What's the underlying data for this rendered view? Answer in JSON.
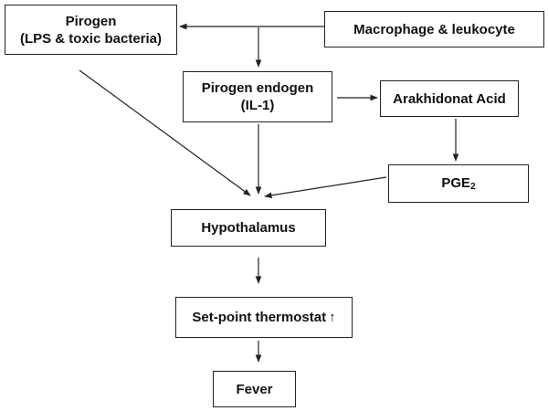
{
  "nodes": {
    "pirogen": {
      "line1": "Pirogen",
      "line2": "(LPS & toxic bacteria)"
    },
    "macrophage": {
      "label": "Macrophage & leukocyte"
    },
    "pirogen_endogen": {
      "line1": "Pirogen endogen",
      "line2": "(IL-1)"
    },
    "arakhidonat": {
      "label": "Arakhidonat Acid"
    },
    "pge": {
      "label": "PGE",
      "subscript": "2"
    },
    "hypothalamus": {
      "label": "Hypothalamus"
    },
    "setpoint": {
      "label": "Set-point thermostat",
      "arrow": "↑"
    },
    "fever": {
      "label": "Fever"
    }
  },
  "edges": [
    {
      "from": "macrophage",
      "to": "pirogen"
    },
    {
      "from": "macrophage",
      "to": "pirogen_endogen"
    },
    {
      "from": "pirogen",
      "to": "hypothalamus"
    },
    {
      "from": "pirogen_endogen",
      "to": "hypothalamus"
    },
    {
      "from": "pirogen_endogen",
      "to": "arakhidonat"
    },
    {
      "from": "arakhidonat",
      "to": "pge"
    },
    {
      "from": "pge",
      "to": "hypothalamus"
    },
    {
      "from": "hypothalamus",
      "to": "setpoint"
    },
    {
      "from": "setpoint",
      "to": "fever"
    }
  ],
  "colors": {
    "stroke": "#222222",
    "text": "#111111",
    "background": "#ffffff"
  }
}
